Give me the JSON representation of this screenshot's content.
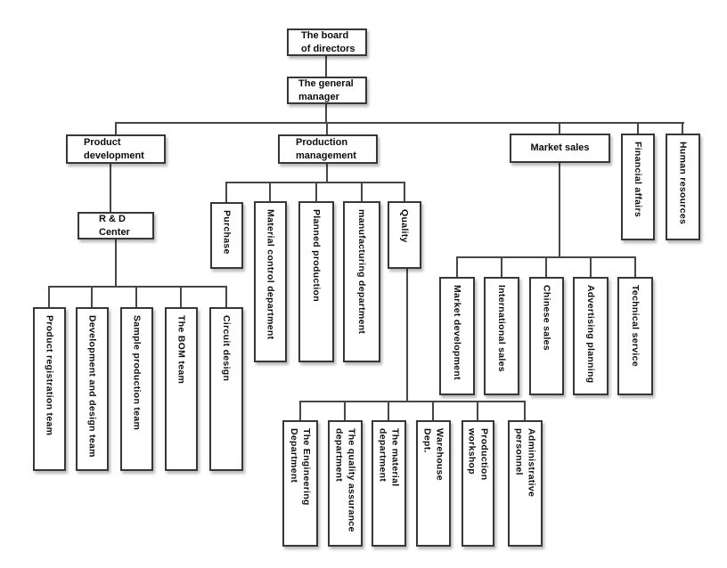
{
  "diagram": {
    "type": "organization-chart",
    "colors": {
      "background": "#ffffff",
      "box_fill": "#ffffff",
      "box_border": "#373737",
      "connector": "#464646",
      "text": "#0c0c0c"
    },
    "nodes": {
      "board": "The board\nof directors",
      "general_manager": "The general\nmanager",
      "product_development": "Product\ndevelopment",
      "production_management": "Production\nmanagement",
      "market_sales": "Market sales",
      "financial_affairs": "Financial affairs",
      "human_resources": "Human resources",
      "rd_center": "R & D\nCenter",
      "product_registration_team": "Product registration team",
      "development_design_team": "Development and design team",
      "sample_production_team": "Sample production team",
      "bom_team": "The BOM team",
      "circuit_design": "Circuit design",
      "purchase": "Purchase",
      "material_control_department": "Material control department",
      "planned_production": "Planned production",
      "manufacturing_department": "manufacturing department",
      "quality": "Quality",
      "market_development": "Market development",
      "international_sales": "International sales",
      "chinese_sales": "Chinese sales",
      "advertising_planning": "Advertising planning",
      "technical_service": "Technical service",
      "engineering_department": "The Engineering\nDepartment",
      "quality_assurance_department": "The quality assurance\ndepartment",
      "material_department": "The material\ndepartment",
      "warehouse_dept": "Warehouse\nDept.",
      "production_workshop": "Production\nworkshop",
      "administrative_personnel": "Administrative\npersonnel"
    }
  }
}
